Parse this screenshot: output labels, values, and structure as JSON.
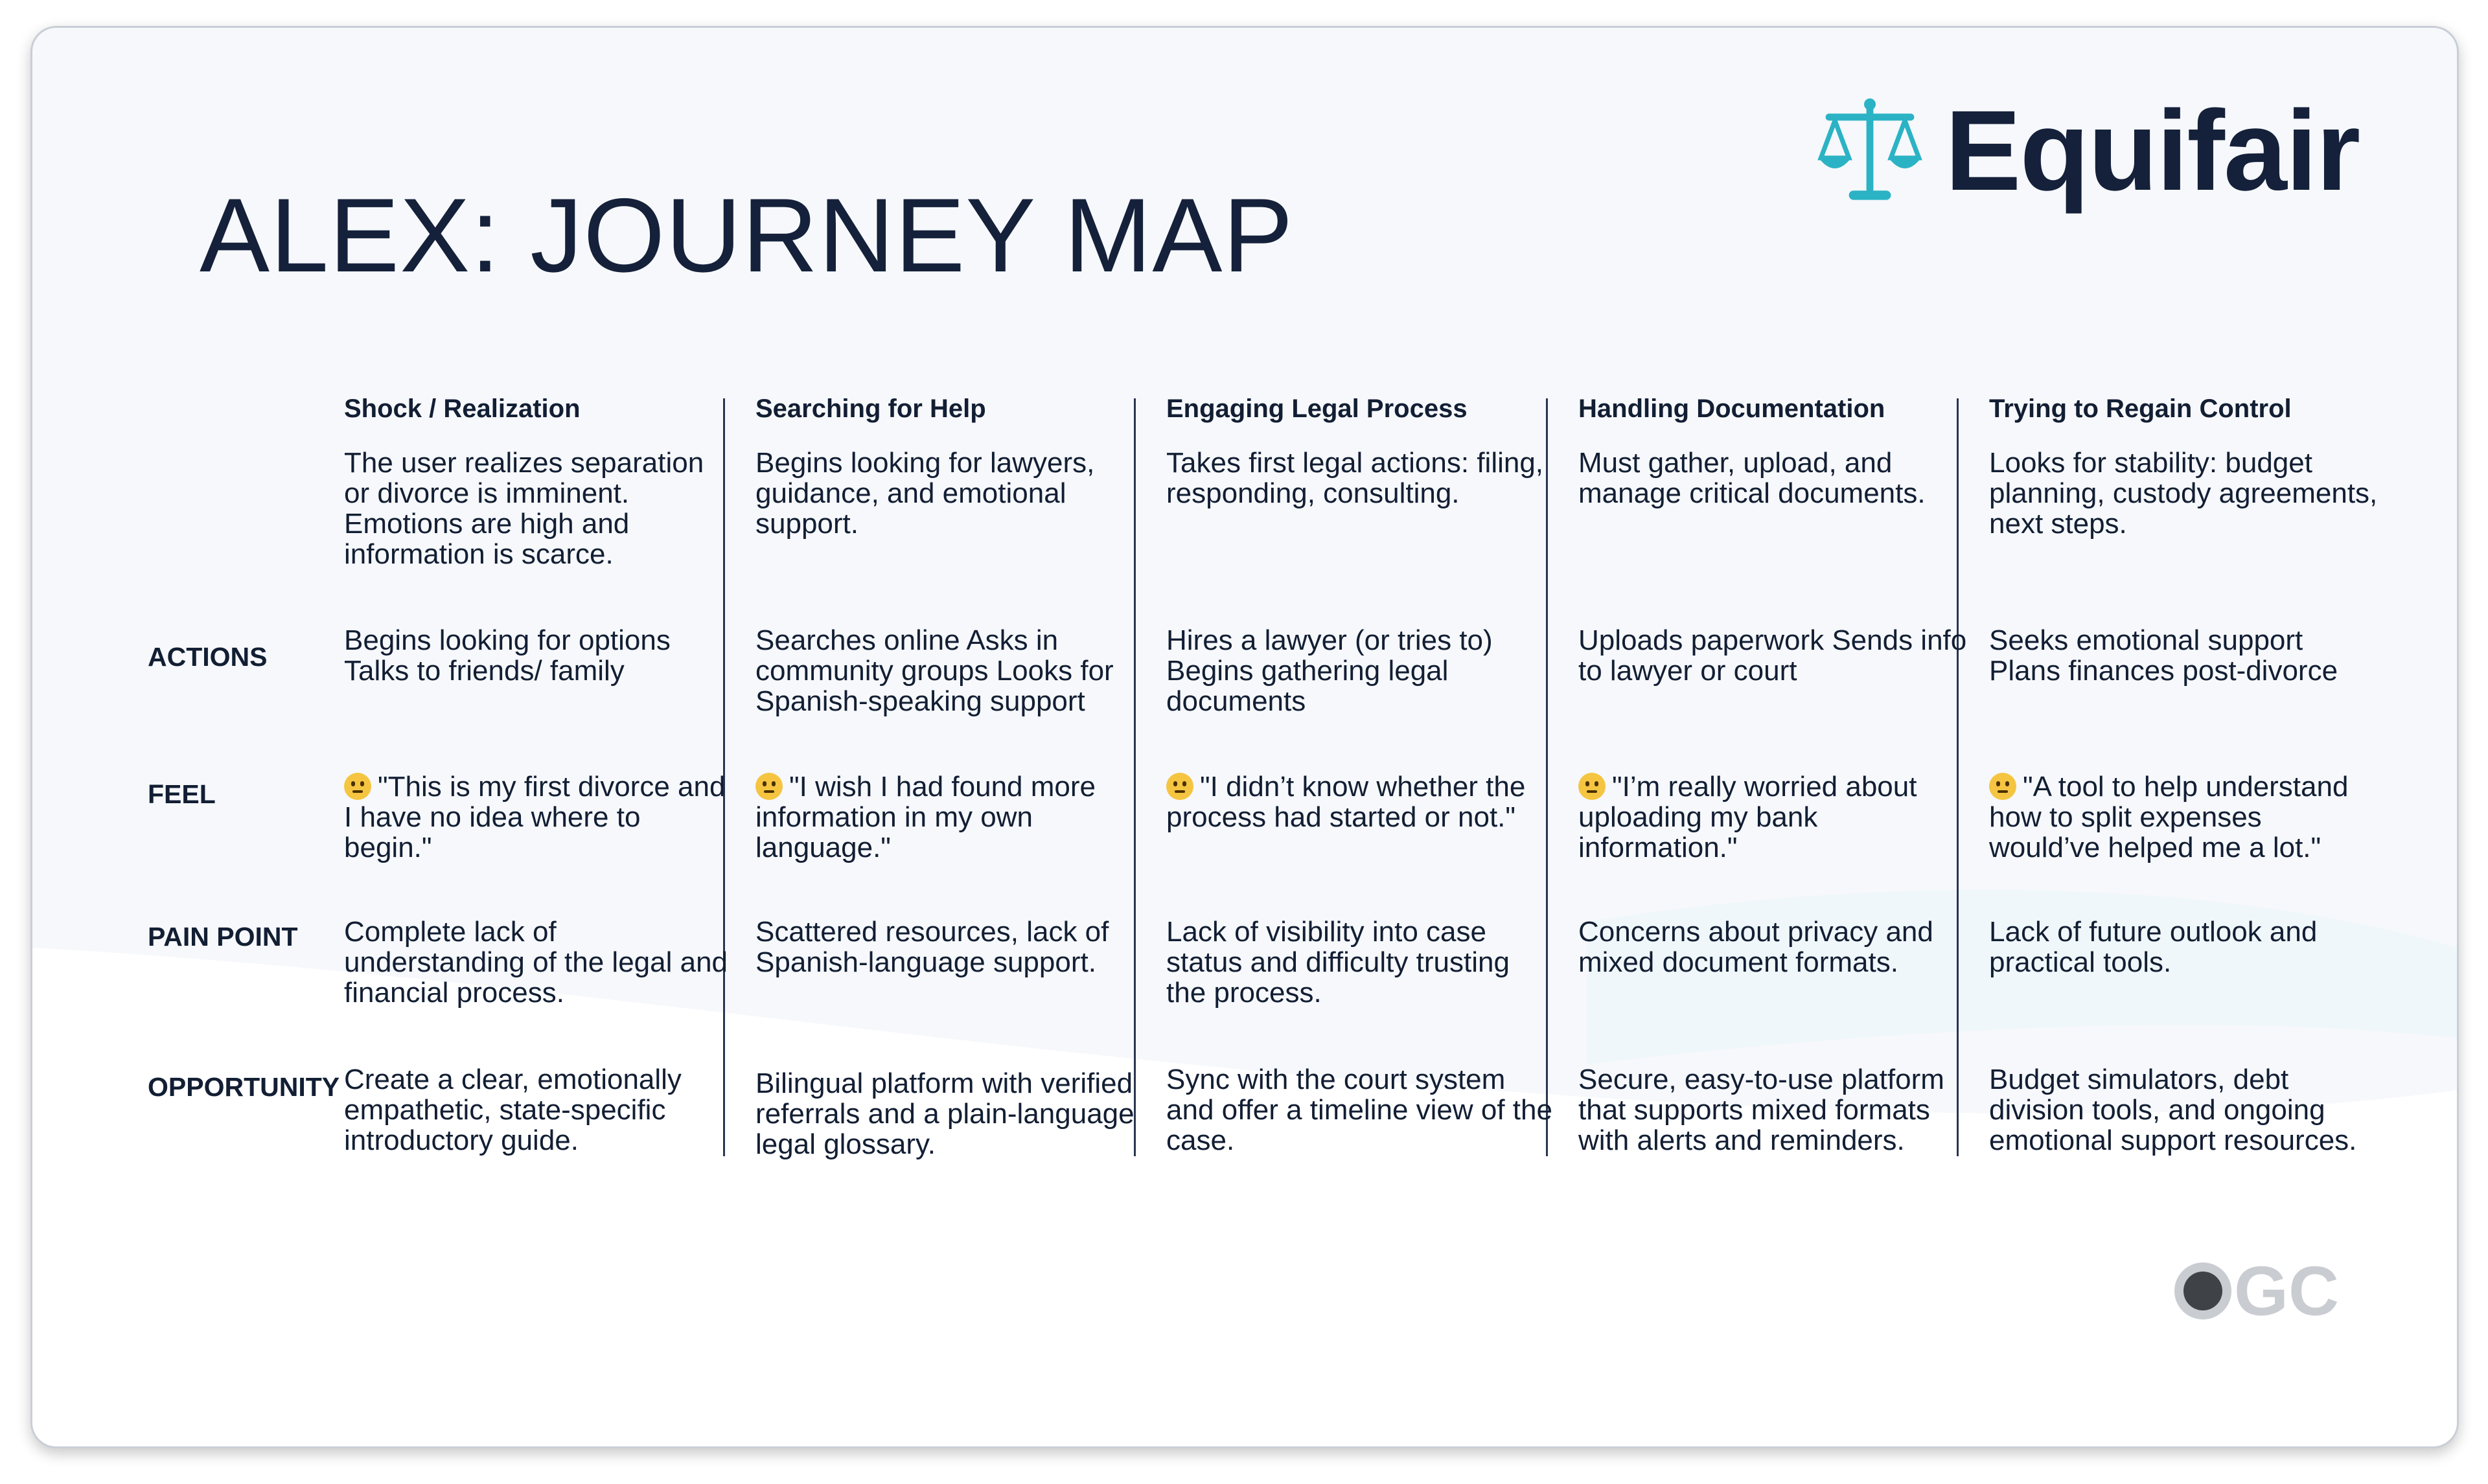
{
  "title": "ALEX: JOURNEY MAP",
  "brand": {
    "name": "Equifair",
    "accent": "#2bb3c5",
    "dark": "#15213a"
  },
  "footer_logo": "OGC",
  "row_labels": {
    "actions": "ACTIONS",
    "feel": "FEEL",
    "pain_point": "PAIN POINT",
    "opportunity": "OPPORTUNITY"
  },
  "stages": [
    {
      "title": "Shock / Realization",
      "description": "The user realizes separation or divorce is imminent. Emotions are high and information is scarce.",
      "actions": "Begins looking for options Talks to friends/ family",
      "feel_icon": "worried-face-icon",
      "feel": "\"This is my first divorce and I have no idea where to begin.\"",
      "pain_point": "Complete lack of understanding of the legal and financial process.",
      "opportunity": "Create a clear, emotionally empathetic, state-specific introductory guide."
    },
    {
      "title": "Searching for Help",
      "description": "Begins looking for lawyers, guidance, and emotional support.",
      "actions": "Searches online Asks in community groups Looks for Spanish-speaking support",
      "feel_icon": "confused-face-icon",
      "feel": "\"I wish I had found more information in my own language.\"",
      "pain_point": "Scattered resources, lack of Spanish-language support.",
      "opportunity": "Bilingual platform with verified referrals and a plain-language legal glossary."
    },
    {
      "title": "Engaging Legal Process",
      "description": "Takes first legal actions: filing, responding, consulting.",
      "actions": "Hires a lawyer (or tries to) Begins gathering legal documents",
      "feel_icon": "angry-face-icon",
      "feel": "\"I didn’t know whether the process had started or not.\"",
      "pain_point": "Lack of visibility into case status and difficulty trusting the process.",
      "opportunity": "Sync with the court system and offer a timeline view of the case."
    },
    {
      "title": "Handling Documentation",
      "description": "Must gather, upload, and manage critical documents.",
      "actions": "Uploads paperwork Sends info to lawyer or court",
      "feel_icon": "persevering-face-icon",
      "feel": "\"I’m really worried about uploading my bank information.\"",
      "pain_point": "Concerns about privacy and mixed document formats.",
      "opportunity": "Secure, easy-to-use platform that supports mixed formats with alerts and reminders."
    },
    {
      "title": "Trying to Regain Control",
      "description": "Looks for stability: budget planning, custody agreements, next steps.",
      "actions": "Seeks emotional support Plans finances post-divorce",
      "feel_icon": "weary-face-icon",
      "feel": "\"A tool to help understand how to split expenses would’ve helped me a lot.\"",
      "pain_point": "Lack of future outlook and practical tools.",
      "opportunity": "Budget simulators, debt division tools, and ongoing emotional support resources."
    }
  ]
}
